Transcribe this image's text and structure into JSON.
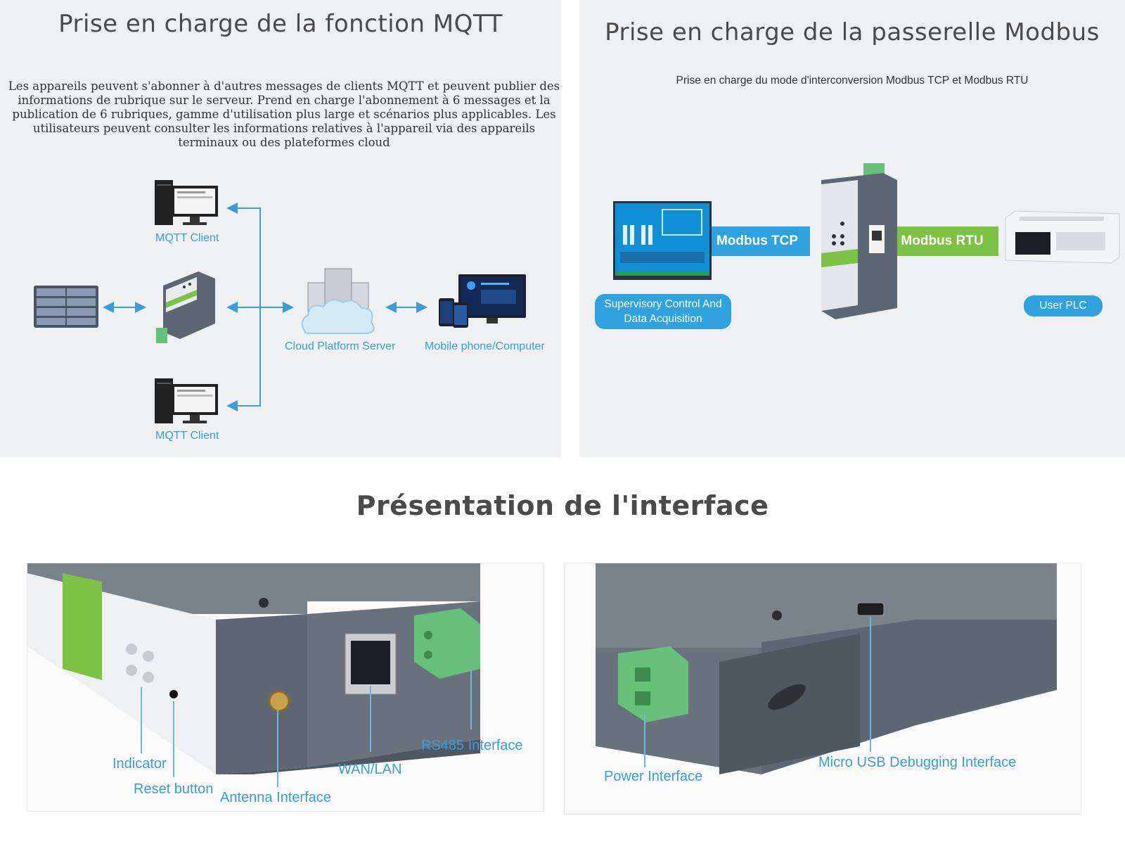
{
  "mqtt": {
    "title": "Prise en charge de la fonction MQTT",
    "description": "Les appareils peuvent s'abonner à d'autres messages de clients MQTT et peuvent publier des informations de rubrique sur le serveur. Prend en charge l'abonnement à 6 messages et la publication de 6 rubriques, gamme d'utilisation plus large et scénarios plus applicables. Les utilisateurs peuvent consulter les informations relatives à l'appareil via des appareils terminaux ou des plateformes cloud",
    "client_top_label": "MQTT Client",
    "client_bottom_label": "MQTT Client",
    "cloud_label": "Cloud Platform Server",
    "mobile_label": "Mobile phone/Computer"
  },
  "modbus": {
    "title": "Prise en charge de la passerelle Modbus",
    "description": "Prise en charge du mode d'interconversion Modbus TCP et Modbus RTU",
    "tcp_label": "Modbus TCP",
    "rtu_label": "Modbus RTU",
    "scada_label": "Supervisory Control And Data Acquisition",
    "plc_label": "User PLC"
  },
  "interface": {
    "title": "Présentation de l'interface",
    "left_labels": {
      "indicator": "Indicator",
      "reset": "Reset button",
      "antenna": "Antenna Interface",
      "wan": "WAN/LAN",
      "rs485": "RS485 Interface"
    },
    "right_labels": {
      "power": "Power Interface",
      "usb": "Micro USB Debugging Interface"
    }
  },
  "colors": {
    "accent_blue": "#2ea3df",
    "accent_green": "#7dc242",
    "label_blue": "#3a9fd6",
    "title_gray": "#4a4a4a"
  }
}
